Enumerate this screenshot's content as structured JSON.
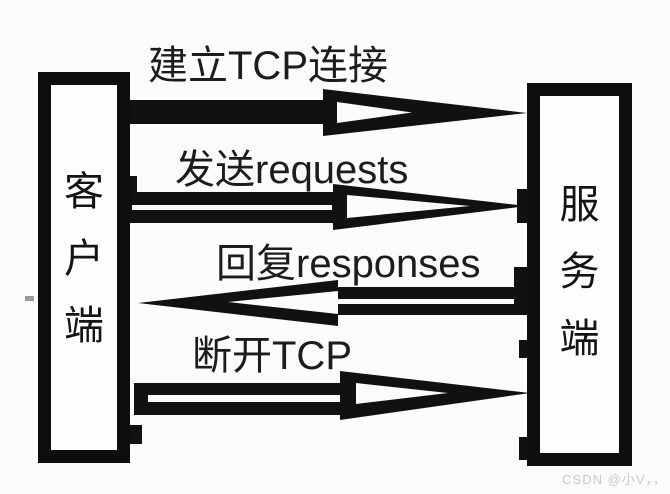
{
  "diagram": {
    "client_box": {
      "label": "客户端"
    },
    "server_box": {
      "label": "服务端"
    },
    "arrows": [
      {
        "label": "建立TCP连接",
        "direction": "right"
      },
      {
        "label": "发送requests",
        "direction": "right"
      },
      {
        "label": "回复responses",
        "direction": "left"
      },
      {
        "label": "断开TCP",
        "direction": "right"
      }
    ],
    "watermark": "CSDN @小V，，"
  },
  "colors": {
    "ink": "#111111",
    "background": "#fbfbfb",
    "watermark": "#c8c8c8"
  }
}
